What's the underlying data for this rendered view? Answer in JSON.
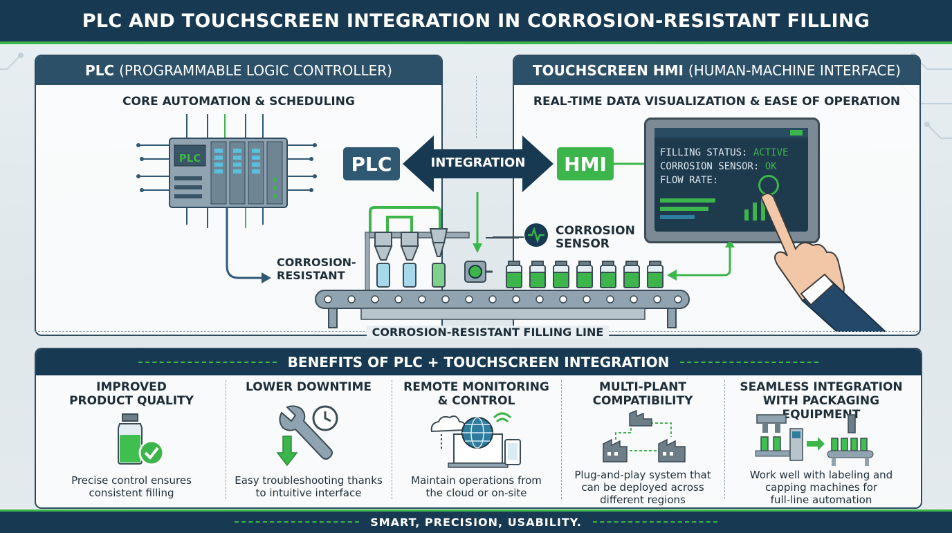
{
  "header": {
    "title": "PLC AND TOUCHSCREEN INTEGRATION IN CORROSION-RESISTANT FILLING"
  },
  "plc_panel": {
    "title_main": "PLC",
    "title_paren": "(PROGRAMMABLE LOGIC CONTROLLER)",
    "subtitle": "CORE AUTOMATION & SCHEDULING",
    "device_label": "PLC"
  },
  "hmi_panel": {
    "title_main": "TOUCHSCREEN HMI",
    "title_paren": "(HUMAN-MACHINE INTERFACE)",
    "subtitle": "REAL-TIME DATA VISUALIZATION & EASE OF OPERATION",
    "screen": {
      "status_label": "FILLING STATUS:",
      "status_value": "ACTIVE",
      "sensor_label": "CORROSION SENSOR:",
      "sensor_value": "OK",
      "flow_label": "FLOW RATE:"
    }
  },
  "integration": {
    "left_chip": "PLC",
    "arrow_label": "INTEGRATION",
    "right_chip": "HMI"
  },
  "line": {
    "corrosion_sensor_line1": "CORROSION",
    "corrosion_sensor_line2": "SENSOR",
    "resistant_line1": "CORROSION-",
    "resistant_line2": "RESISTANT",
    "filling_line_label": "CORROSION-RESISTANT FILLING LINE"
  },
  "benefits": {
    "header": "BENEFITS OF PLC + TOUCHSCREEN INTEGRATION",
    "items": [
      {
        "title1": "IMPROVED",
        "title2": "PRODUCT QUALITY",
        "desc1": "Precise control ensures",
        "desc2": "consistent filling",
        "desc3": ""
      },
      {
        "title1": "LOWER DOWNTIME",
        "title2": "",
        "desc1": "Easy troubleshooting thanks",
        "desc2": "to intuitive interface",
        "desc3": ""
      },
      {
        "title1": "REMOTE MONITORING",
        "title2": "& CONTROL",
        "desc1": "Maintain operations from",
        "desc2": "the cloud or on-site",
        "desc3": ""
      },
      {
        "title1": "MULTI-PLANT",
        "title2": "COMPATIBILITY",
        "desc1": "Plug-and-play system that",
        "desc2": "can be deployed across",
        "desc3": "different regions"
      },
      {
        "title1": "SEAMLESS INTEGRATION",
        "title2": "WITH PACKAGING EQUIPMENT",
        "desc1": "Work well with labeling and",
        "desc2": "capping machines for",
        "desc3": "full-line automation"
      }
    ]
  },
  "footer": {
    "tagline": "SMART, PRECISION, USABILITY."
  },
  "colors": {
    "navy": "#173a52",
    "panel_head": "#2d5069",
    "green": "#3cb54a",
    "chip_blue": "#2f5873",
    "liquid_green": "#3fbf4f"
  }
}
